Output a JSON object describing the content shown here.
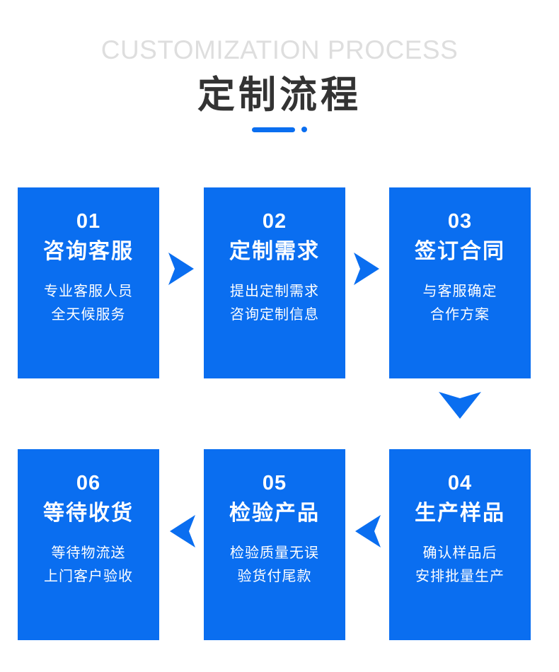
{
  "header": {
    "english_title": "CUSTOMIZATION PROCESS",
    "chinese_title": "定制流程",
    "divider": "blue-rule-with-dot"
  },
  "colors": {
    "brand_blue": "#0a6ef0",
    "english_title_gray": "#dedede",
    "chinese_title_dark": "#333333",
    "card_text": "#ffffff",
    "background": "#ffffff"
  },
  "steps": [
    {
      "number": "01",
      "title": "咨询客服",
      "desc_line1": "专业客服人员",
      "desc_line2": "全天候服务"
    },
    {
      "number": "02",
      "title": "定制需求",
      "desc_line1": "提出定制需求",
      "desc_line2": "咨询定制信息"
    },
    {
      "number": "03",
      "title": "签订合同",
      "desc_line1": "与客服确定",
      "desc_line2": "合作方案"
    },
    {
      "number": "04",
      "title": "生产样品",
      "desc_line1": "确认样品后",
      "desc_line2": "安排批量生产"
    },
    {
      "number": "05",
      "title": "检验产品",
      "desc_line1": "检验质量无误",
      "desc_line2": "验货付尾款"
    },
    {
      "number": "06",
      "title": "等待收货",
      "desc_line1": "等待物流送",
      "desc_line2": "上门客户验收"
    }
  ],
  "connectors": [
    {
      "name": "arrow-right-step1-to-step2",
      "direction": "right"
    },
    {
      "name": "arrow-right-step2-to-step3",
      "direction": "right"
    },
    {
      "name": "arrow-down-step3-to-step4",
      "direction": "down"
    },
    {
      "name": "arrow-left-step4-to-step5",
      "direction": "left"
    },
    {
      "name": "arrow-left-step5-to-step6",
      "direction": "left"
    }
  ]
}
